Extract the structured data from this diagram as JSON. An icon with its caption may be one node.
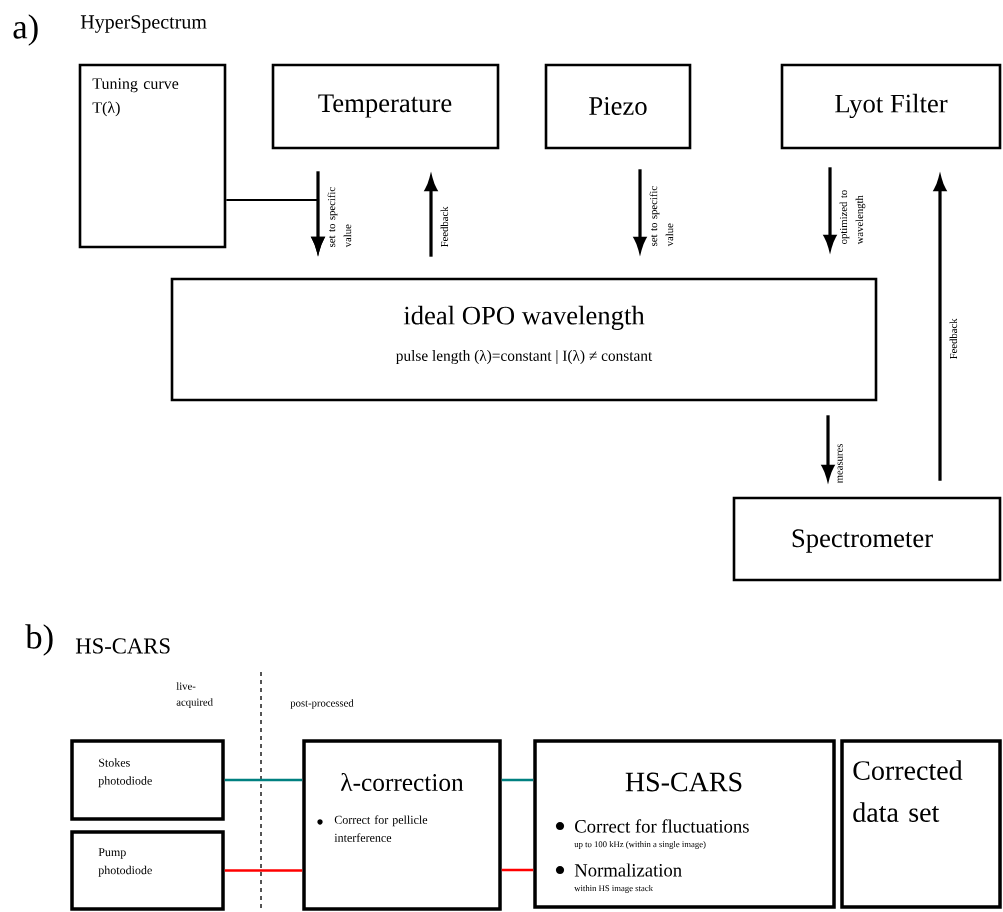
{
  "diagram": {
    "nodes": [
      {
        "text": [
          "Tuning curve T(λ)"
        ]
      },
      {
        "text": [
          "Temperature"
        ]
      },
      {
        "text": [
          "Piezo"
        ]
      },
      {
        "text": [
          "Lyot Filter"
        ]
      },
      {
        "text": [
          "ideal OPO wavelength",
          "pulse length (λ)=constant | I(λ) ≠ constant"
        ]
      },
      {
        "text": [
          "Spectrometer"
        ]
      },
      {
        "text": [
          "Stokes photodiode"
        ]
      },
      {
        "text": [
          "Pump photodiode"
        ]
      },
      {
        "text": [
          "λ-correction",
          "Correct for pellicle interference"
        ]
      },
      {
        "text": [
          "HS-CARS",
          "Correct for fluctuations",
          "up to 100 kHz (within a single image)",
          "Normalization",
          "within HS image stack"
        ]
      },
      {
        "text": [
          "Corrected data set"
        ]
      }
    ],
    "edges": [
      {
        "from": 1,
        "to": 4,
        "arrow": "to",
        "label": "set to specific value"
      },
      {
        "from": 0,
        "to": 4,
        "arrow": "to"
      },
      {
        "from": 4,
        "to": 1,
        "arrow": "to",
        "label": "Feedback"
      },
      {
        "from": 2,
        "to": 4,
        "arrow": "to",
        "label": "set to specific value"
      },
      {
        "from": 3,
        "to": 4,
        "arrow": "to",
        "label": "optimized to wavelength"
      },
      {
        "from": 4,
        "to": 5,
        "arrow": "to",
        "label": "measures"
      },
      {
        "from": 5,
        "to": 3,
        "arrow": "to",
        "label": "Feedback"
      },
      {
        "from": 6,
        "to": 8,
        "arrow": "none",
        "color": "#008080"
      },
      {
        "from": 8,
        "to": 9,
        "arrow": "none",
        "color": "#008080"
      },
      {
        "from": 7,
        "to": 8,
        "arrow": "none",
        "color": "#ff0000"
      },
      {
        "from": 8,
        "to": 9,
        "arrow": "none",
        "color": "#ff0000"
      }
    ],
    "labels": [
      "a)",
      "HyperSpectrum",
      "b)",
      "HS-CARS",
      "live-acquired",
      "post-processed"
    ]
  }
}
